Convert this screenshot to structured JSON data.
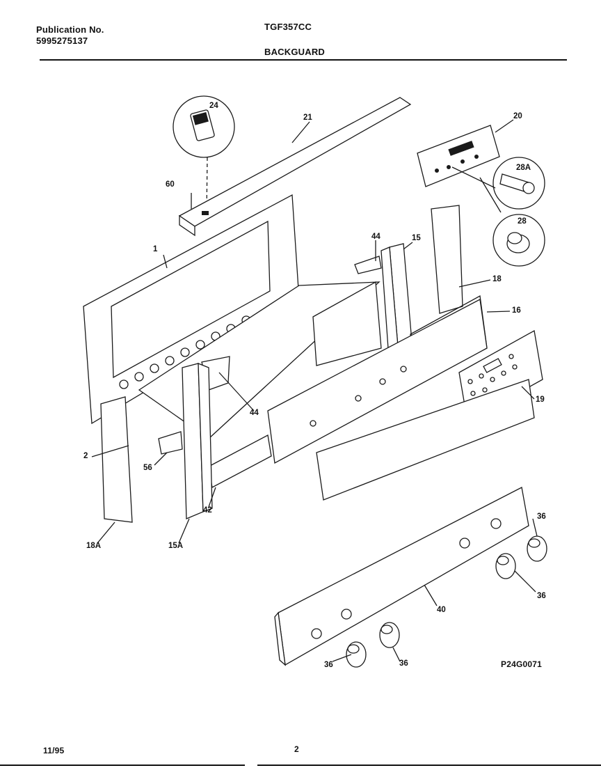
{
  "header": {
    "publication_label": "Publication No.",
    "publication_number": "5995275137",
    "model": "TGF357CC",
    "section": "BACKGUARD"
  },
  "footer": {
    "date": "11/95",
    "page": "2"
  },
  "diagram_code": "P24G0071",
  "callouts": {
    "c24": "24",
    "c21": "21",
    "c20": "20",
    "c28a": "28A",
    "c60": "60",
    "c28": "28",
    "c1": "1",
    "c44a": "44",
    "c15": "15",
    "c18": "18",
    "c16": "16",
    "c19": "19",
    "c44b": "44",
    "c2": "2",
    "c56": "56",
    "c42": "42",
    "c18a": "18A",
    "c15a": "15A",
    "c36a": "36",
    "c36b": "36",
    "c40": "40",
    "c36c": "36",
    "c36d": "36"
  }
}
